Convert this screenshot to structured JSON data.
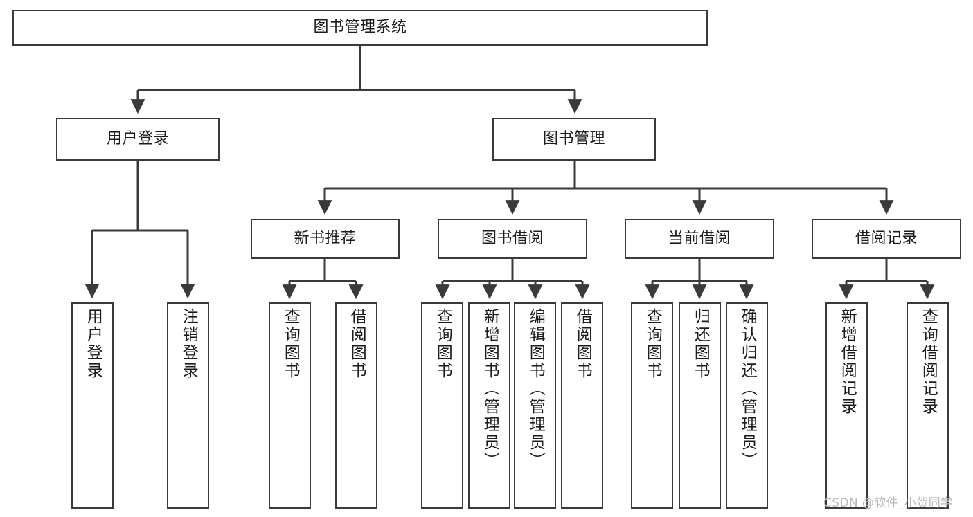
{
  "diagram": {
    "title": "图书管理系统",
    "type": "hierarchy-tree",
    "root": {
      "id": "root",
      "label": "图书管理系统"
    },
    "level2": [
      {
        "id": "user-login",
        "label": "用户登录"
      },
      {
        "id": "book-manage",
        "label": "图书管理"
      }
    ],
    "level3": [
      {
        "id": "new-book-recommend",
        "label": "新书推荐",
        "parent": "book-manage"
      },
      {
        "id": "book-borrow",
        "label": "图书借阅",
        "parent": "book-manage"
      },
      {
        "id": "current-borrow",
        "label": "当前借阅",
        "parent": "book-manage"
      },
      {
        "id": "borrow-record",
        "label": "借阅记录",
        "parent": "book-manage"
      }
    ],
    "leaves": [
      {
        "id": "leaf-user-login",
        "label": "用户登录",
        "parent": "user-login"
      },
      {
        "id": "leaf-user-logout",
        "label": "注销登录",
        "parent": "user-login"
      },
      {
        "id": "leaf-query-book-1",
        "label": "查询图书",
        "parent": "new-book-recommend"
      },
      {
        "id": "leaf-borrow-book-1",
        "label": "借阅图书",
        "parent": "new-book-recommend"
      },
      {
        "id": "leaf-query-book-2",
        "label": "查询图书",
        "parent": "book-borrow"
      },
      {
        "id": "leaf-add-book",
        "label": "新增图书（管理员）",
        "parent": "book-borrow"
      },
      {
        "id": "leaf-edit-book",
        "label": "编辑图书（管理员）",
        "parent": "book-borrow"
      },
      {
        "id": "leaf-borrow-book-2",
        "label": "借阅图书",
        "parent": "book-borrow"
      },
      {
        "id": "leaf-query-book-3",
        "label": "查询图书",
        "parent": "current-borrow"
      },
      {
        "id": "leaf-return-book",
        "label": "归还图书",
        "parent": "current-borrow"
      },
      {
        "id": "leaf-confirm-return",
        "label": "确认归还（管理员）",
        "parent": "current-borrow"
      },
      {
        "id": "leaf-add-record",
        "label": "新增借阅记录",
        "parent": "borrow-record"
      },
      {
        "id": "leaf-query-record",
        "label": "查询借阅记录",
        "parent": "borrow-record"
      }
    ]
  },
  "watermark": {
    "text": "CSDN @软件_小贺同学"
  },
  "colors": {
    "stroke": "#3a3a3a",
    "background": "#ffffff",
    "text": "#1c1c1c",
    "watermark": "#b9b9b9"
  }
}
